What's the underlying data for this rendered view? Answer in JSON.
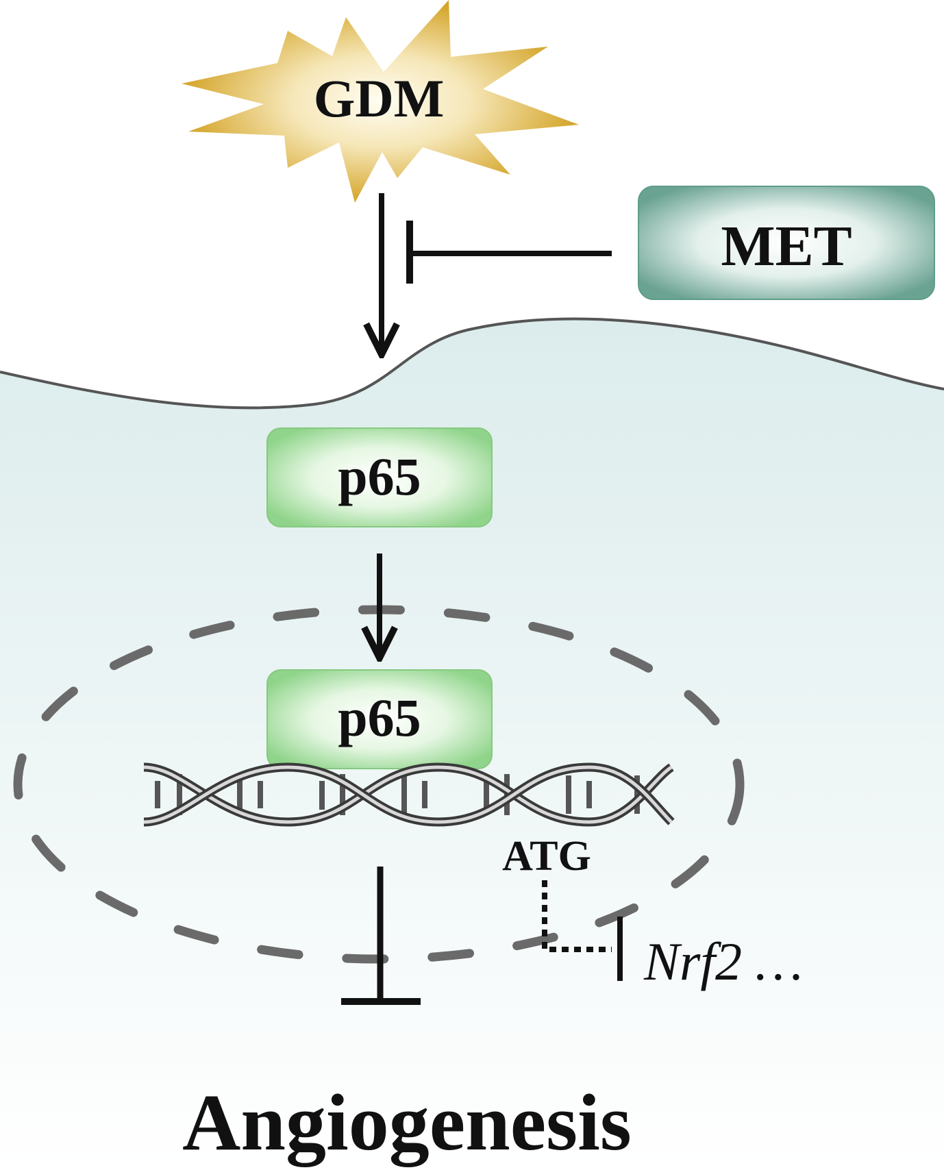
{
  "nodes": {
    "gdm": {
      "label": "GDM",
      "shape": "starburst",
      "color": "#d4a52a"
    },
    "met": {
      "label": "MET",
      "shape": "rounded-box",
      "color": "#6ba393"
    },
    "p65_cytoplasm": {
      "label": "p65",
      "shape": "rounded-box",
      "color": "#8fd48a"
    },
    "p65_nucleus": {
      "label": "p65",
      "shape": "rounded-box",
      "color": "#8fd48a"
    },
    "atg": {
      "label": "ATG"
    },
    "nrf2": {
      "label": "Nrf2 …"
    },
    "angiogenesis": {
      "label": "Angiogenesis"
    }
  },
  "edges": [
    {
      "from": "gdm",
      "to": "p65_cytoplasm",
      "type": "activation"
    },
    {
      "from": "met",
      "to": "gdm-p65-arrow",
      "type": "inhibition"
    },
    {
      "from": "p65_cytoplasm",
      "to": "p65_nucleus",
      "type": "activation"
    },
    {
      "from": "p65_nucleus",
      "to": "angiogenesis",
      "type": "inhibition"
    },
    {
      "from": "atg",
      "to": "nrf2",
      "type": "inhibition",
      "style": "dotted"
    }
  ],
  "regions": {
    "cell_color": "#dcecec",
    "membrane_color": "#555555",
    "nucleus_border_color": "#6a6a6a"
  }
}
